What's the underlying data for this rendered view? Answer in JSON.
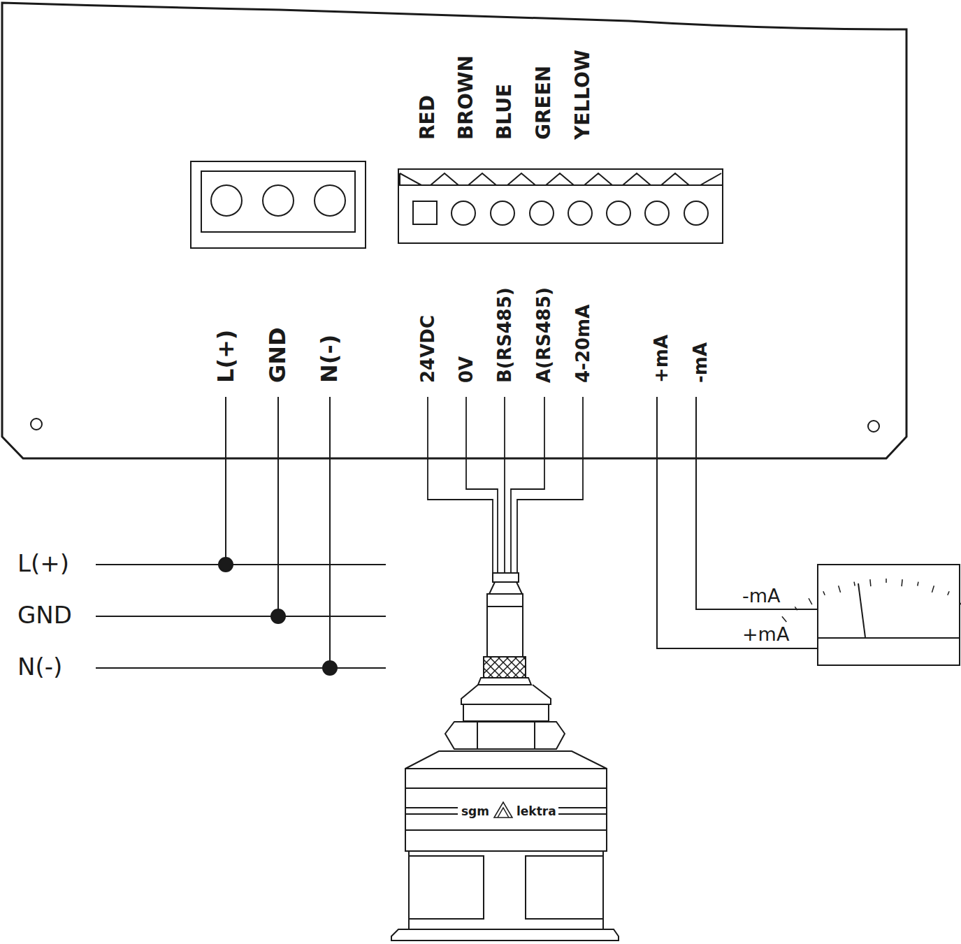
{
  "diagram": {
    "labels": [
      "RED",
      "BROWN",
      "BLUE",
      "GREEN",
      "YELLOW",
      "L(+)",
      "GND",
      "N(-)",
      "24VDC",
      "0V",
      "B(RS485)",
      "A(RS485)",
      "4-20mA",
      "+mA",
      "-mA",
      "L(+)",
      "GND",
      "N(-)",
      "-mA",
      "+mA",
      "sgm",
      "lektra"
    ]
  }
}
